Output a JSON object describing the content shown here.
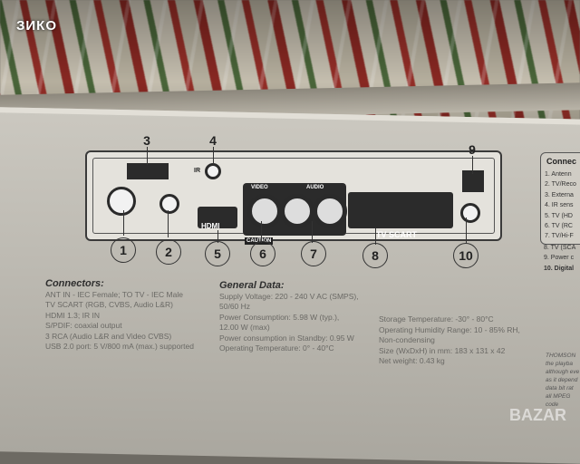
{
  "watermark": "ЗИКО",
  "device": {
    "callouts": [
      "1",
      "2",
      "3",
      "4",
      "5",
      "6",
      "7",
      "8",
      "9",
      "10"
    ],
    "labels": {
      "ir": "IR",
      "video": "VIDEO",
      "audio": "AUDIO",
      "hdmi": "HDMI",
      "caution": "CAUTION",
      "tv_scart": "TV SCART"
    }
  },
  "connectors": {
    "title": "Connectors:",
    "lines": [
      "ANT IN - IEC Female; TO TV - IEC Male",
      "TV SCART (RGB, CVBS, Audio L&R)",
      "HDMI 1.3; IR IN",
      "S/PDIF: coaxial output",
      "3 RCA (Audio L&R and Video CVBS)",
      "USB 2.0 port: 5 V/800 mA (max.) supported"
    ]
  },
  "general_data": {
    "title": "General Data:",
    "lines": [
      "Supply Voltage: 220 - 240 V AC (SMPS),",
      "50/60 Hz",
      "Power Consumption: 5.98 W (typ.),",
      "12.00 W (max)",
      "Power consumption in Standby: 0.95 W",
      "Operating Temperature: 0° - 40°C"
    ],
    "lines2": [
      "Storage Temperature: -30° - 80°C",
      "Operating Humidity Range: 10 - 85% RH,",
      "Non-condensing",
      "Size (WxDxH) in mm: 183 x 131 x 42",
      "Net weight: 0.43 kg"
    ]
  },
  "right_panel": {
    "title": "Connec",
    "items": [
      "1. Antenn",
      "2. TV/Reco",
      "3. Externa",
      "4. IR sens",
      "5. TV (HD",
      "6. TV (RC",
      "7. TV/Hi-F",
      "8. TV (SCA",
      "9. Power c",
      "10. Digital"
    ]
  },
  "right_text": [
    "THOMSON",
    "the playba",
    "although eve",
    "as it depend",
    "data bit rat",
    "all MPEG code"
  ],
  "logo_text": "BAZAR"
}
